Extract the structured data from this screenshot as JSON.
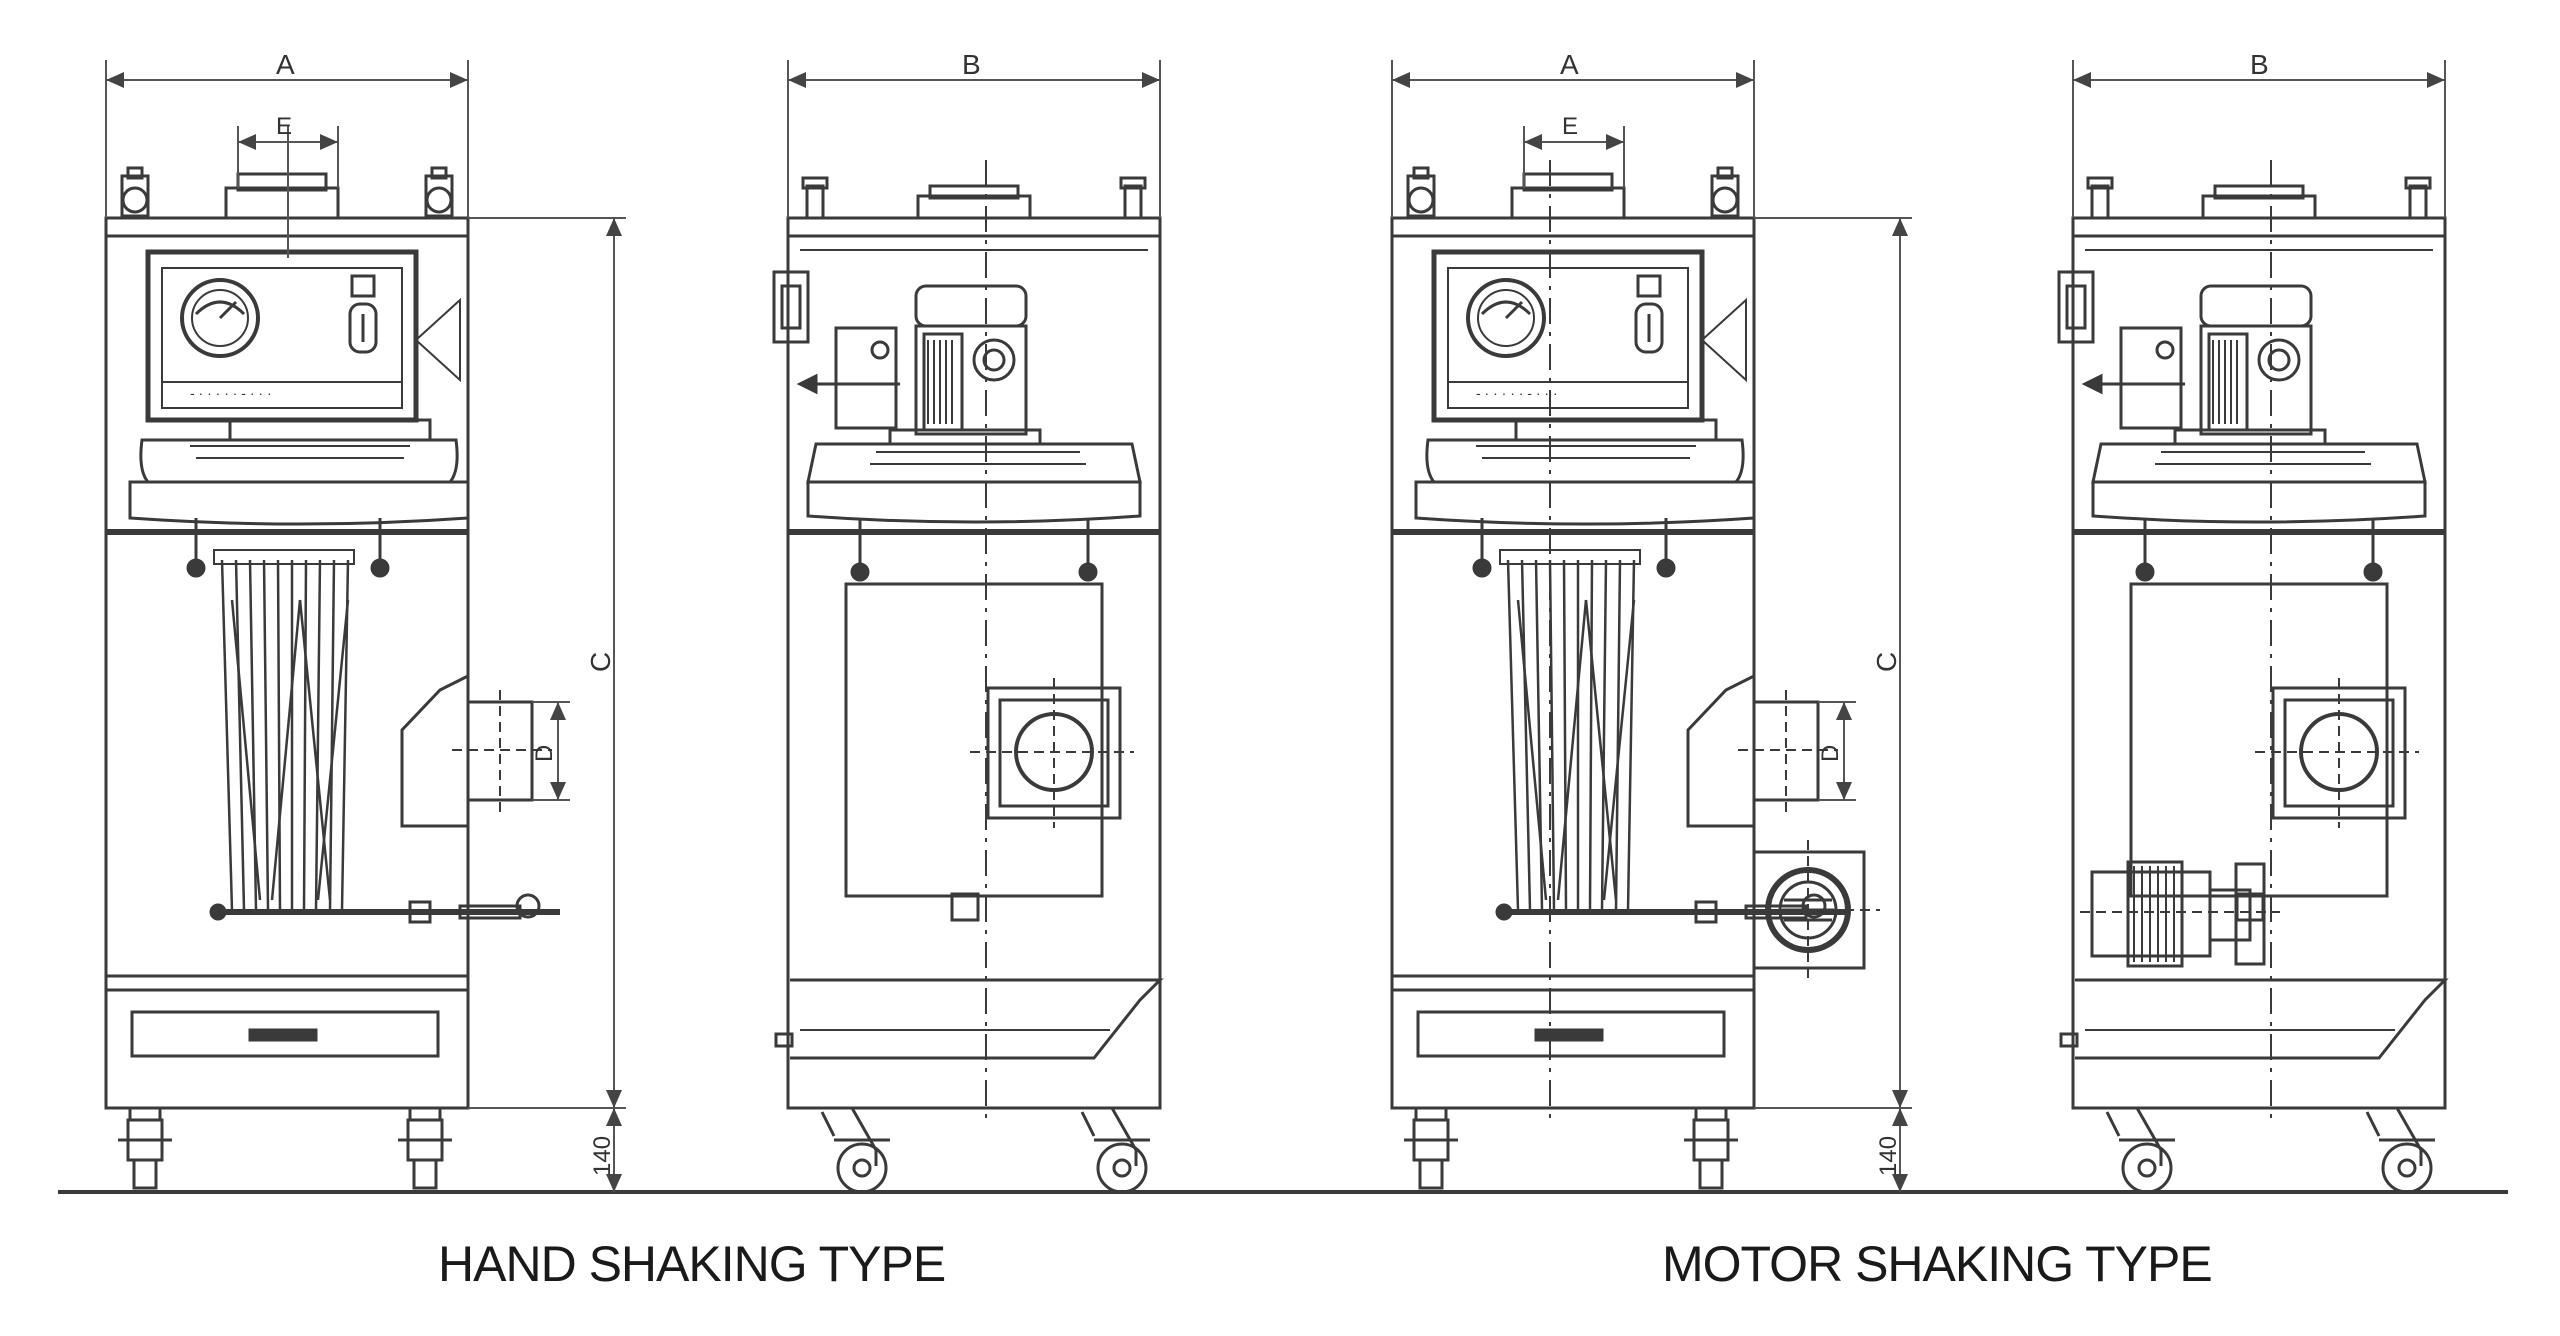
{
  "dimension_labels": {
    "A": "A",
    "B": "B",
    "C": "C",
    "D": "D",
    "E": "E",
    "height": "140"
  },
  "captions": {
    "hand": "HAND SHAKING TYPE",
    "motor": "MOTOR SHAKING TYPE"
  },
  "colors": {
    "line": "#3a3a3a",
    "dim": "#555555",
    "background": "#ffffff"
  }
}
